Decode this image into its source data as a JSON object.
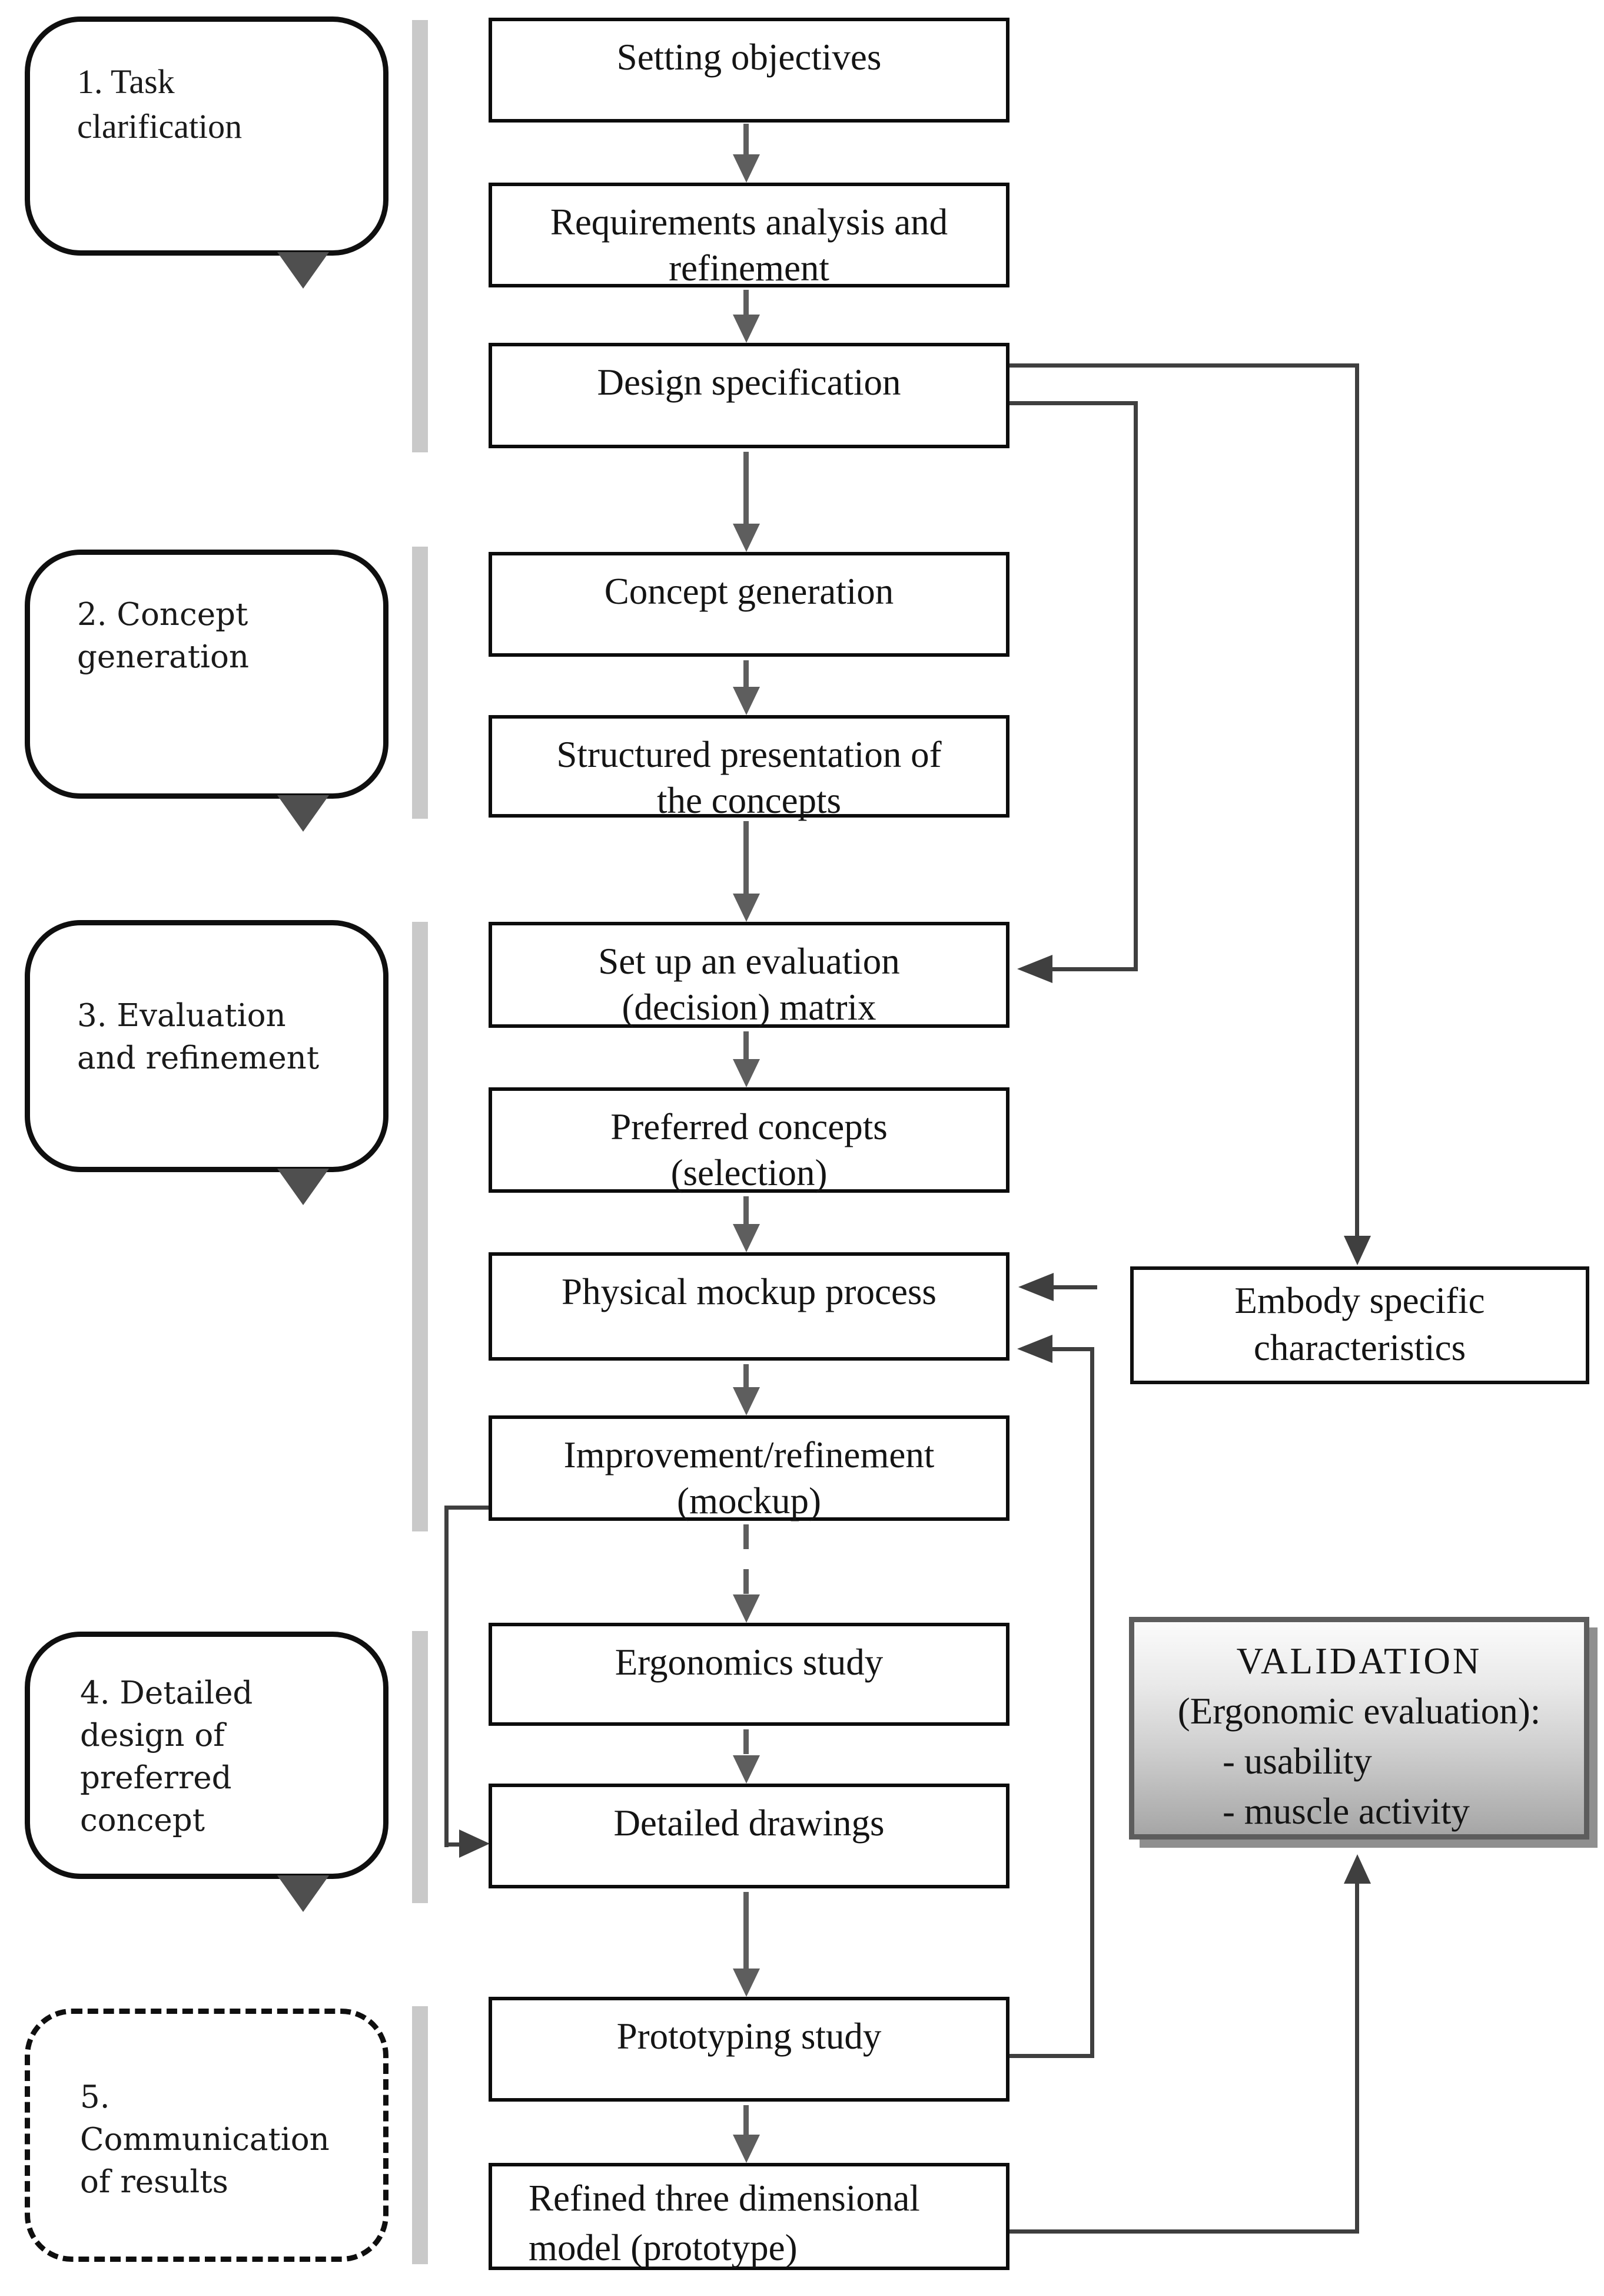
{
  "figure": {
    "background": "#ffffff",
    "colors": {
      "box_border": "#0c0c0c",
      "flow_arrow_gray": "#5e5e5e",
      "connector_gray": "#3f3f3f",
      "phase_bar_gray": "#c9c9c9",
      "phase_pointer_gray": "#4f4f4f",
      "validation_border": "#5d5d5d",
      "validation_gradient_top": "#fbfbfb",
      "validation_gradient_bottom": "#a6a6a6"
    }
  },
  "phases": [
    {
      "label": "1. Task\nclarification"
    },
    {
      "label": "2. Concept\ngeneration"
    },
    {
      "label": "3. Evaluation\nand refinement"
    },
    {
      "label": "4. Detailed\ndesign of\npreferred\nconcept"
    },
    {
      "label": "5. Communication\nof results"
    }
  ],
  "flow": [
    {
      "label": "Setting objectives"
    },
    {
      "label": "Requirements analysis and\nrefinement"
    },
    {
      "label": "Design specification"
    },
    {
      "label": "Concept generation"
    },
    {
      "label": "Structured presentation of\nthe concepts"
    },
    {
      "label": "Set up an evaluation\n(decision) matrix"
    },
    {
      "label": "Preferred concepts\n(selection)"
    },
    {
      "label": "Physical mockup process"
    },
    {
      "label": "Improvement/refinement\n(mockup)"
    },
    {
      "label": "Ergonomics study"
    },
    {
      "label": "Detailed drawings"
    },
    {
      "label": "Prototyping study"
    },
    {
      "label": "Refined three dimensional\nmodel (prototype)"
    }
  ],
  "side": {
    "embody_label": "Embody specific\ncharacteristics",
    "validation": {
      "title": "VALIDATION",
      "subtitle": "(Ergonomic evaluation):",
      "items": [
        "- usability",
        "- muscle activity"
      ]
    }
  }
}
